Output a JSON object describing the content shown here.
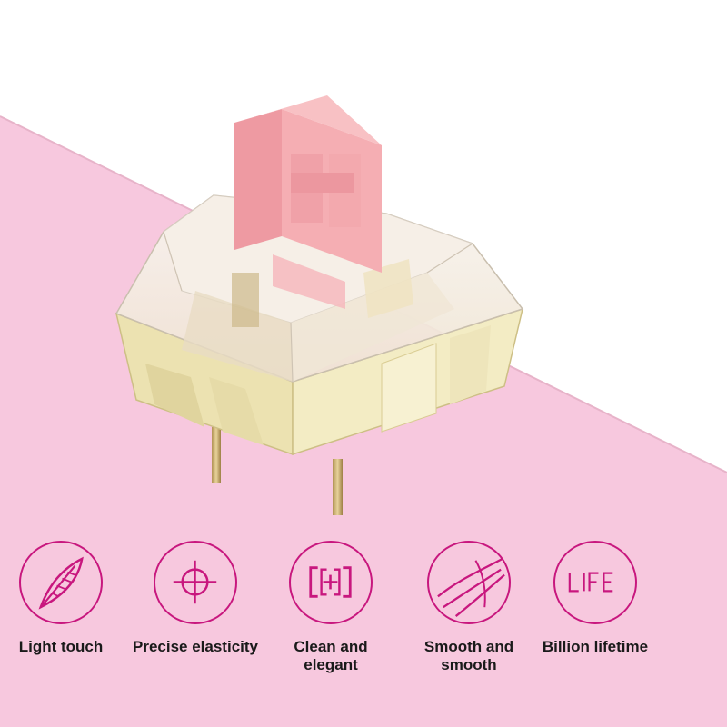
{
  "colors": {
    "background": "#f7c8de",
    "accent": "#c8177e",
    "stem": "#f2a3a8",
    "housing": "#f3ecc4"
  },
  "product_image": {
    "subject": "mechanical keyboard switch with pink stem, transparent top housing and cream bottom housing"
  },
  "features": [
    {
      "label": "Light touch",
      "icon": "feather-icon"
    },
    {
      "label": "Precise elasticity",
      "icon": "crosshair-icon"
    },
    {
      "label": "Clean and elegant",
      "icon": "bracket-plus-icon"
    },
    {
      "label": "Smooth and smooth",
      "icon": "curve-icon"
    },
    {
      "label": "Billion lifetime",
      "icon": "life-icon"
    }
  ]
}
